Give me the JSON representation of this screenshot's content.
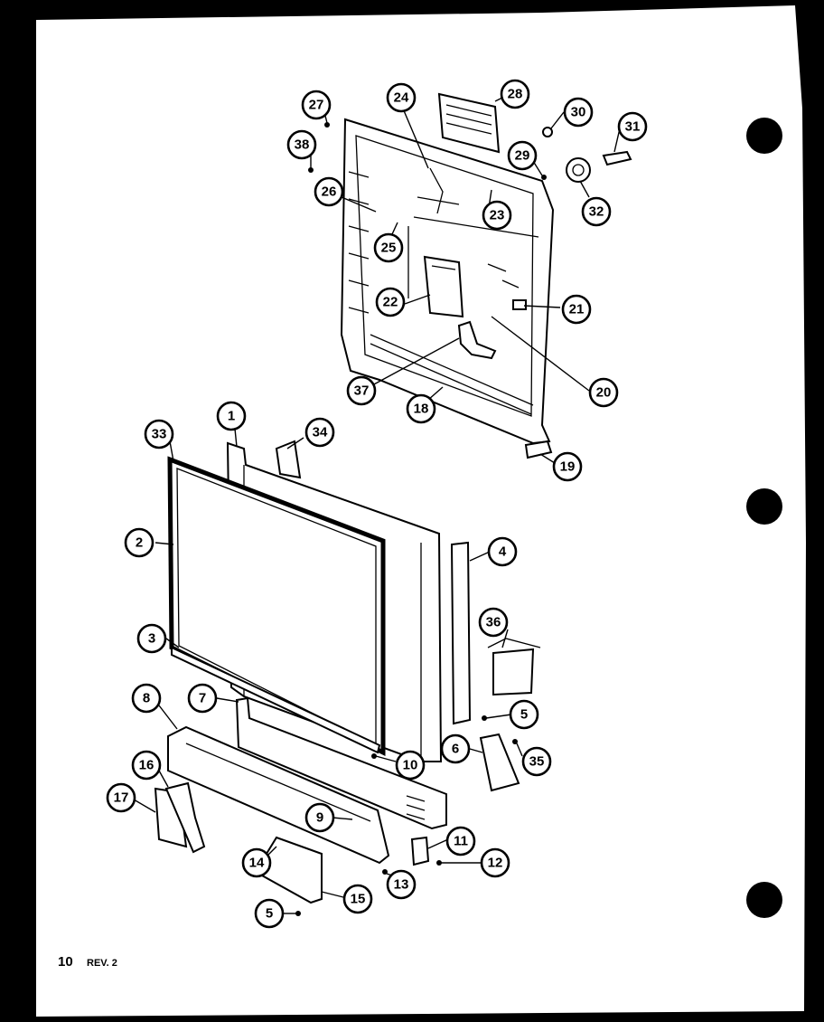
{
  "callouts": {
    "c27": "27",
    "c38": "38",
    "c26": "26",
    "c24": "24",
    "c28": "28",
    "c30": "30",
    "c31": "31",
    "c29": "29",
    "c32": "32",
    "c23": "23",
    "c25": "25",
    "c22": "22",
    "c21": "21",
    "c37": "37",
    "c18": "18",
    "c20": "20",
    "c19": "19",
    "c1": "1",
    "c34": "34",
    "c33": "33",
    "c2": "2",
    "c4": "4",
    "c36": "36",
    "c3": "3",
    "c7": "7",
    "c8": "8",
    "c5a": "5",
    "c6": "6",
    "c35": "35",
    "c10": "10",
    "c16": "16",
    "c17": "17",
    "c9": "9",
    "c11": "11",
    "c12": "12",
    "c14": "14",
    "c13": "13",
    "c15": "15",
    "c5b": "5"
  },
  "footer": {
    "page": "10",
    "revision": "REV. 2"
  }
}
